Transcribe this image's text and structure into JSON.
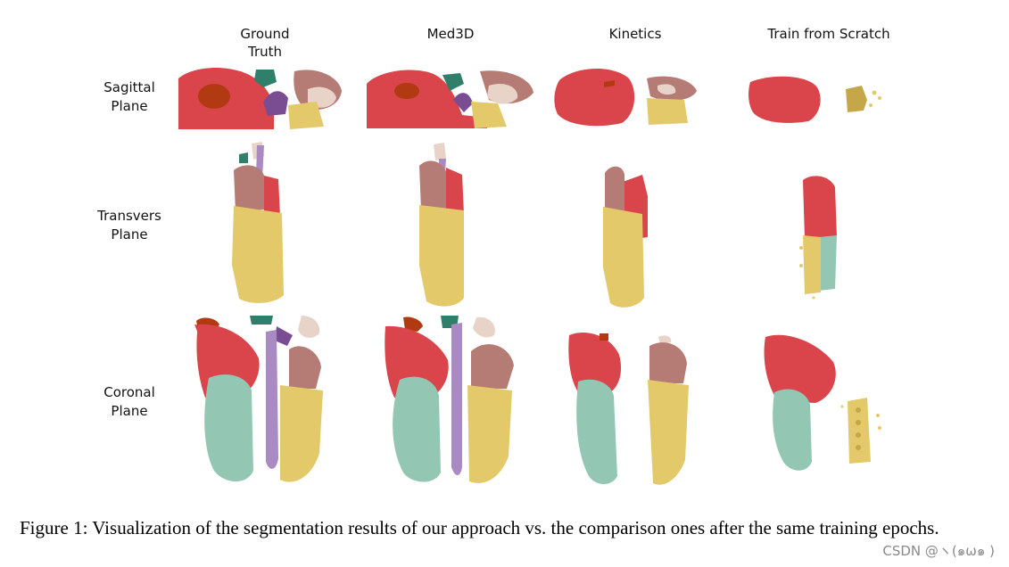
{
  "columns": [
    {
      "line1": "Ground",
      "line2": "Truth"
    },
    {
      "line1": "Med3D",
      "line2": ""
    },
    {
      "line1": "Kinetics",
      "line2": ""
    },
    {
      "line1": "Train from Scratch",
      "line2": ""
    }
  ],
  "rows": [
    {
      "line1": "Sagittal",
      "line2": "Plane"
    },
    {
      "line1": "Transvers",
      "line2": "Plane"
    },
    {
      "line1": "Coronal",
      "line2": "Plane"
    }
  ],
  "caption": "Figure 1: Visualization of the segmentation results of our approach vs. the comparison ones after the same training epochs.",
  "watermark": "CSDN @ヽ(๑ω๑ )",
  "colors": {
    "red": "#d9454a",
    "dark_orange": "#b23a12",
    "teal": "#2f7f6a",
    "purple": "#7a4c92",
    "lavender": "#a98ac2",
    "mauve": "#b57c75",
    "bone": "#e7d3c8",
    "yellow": "#e3c96a",
    "mint": "#93c7b3"
  }
}
